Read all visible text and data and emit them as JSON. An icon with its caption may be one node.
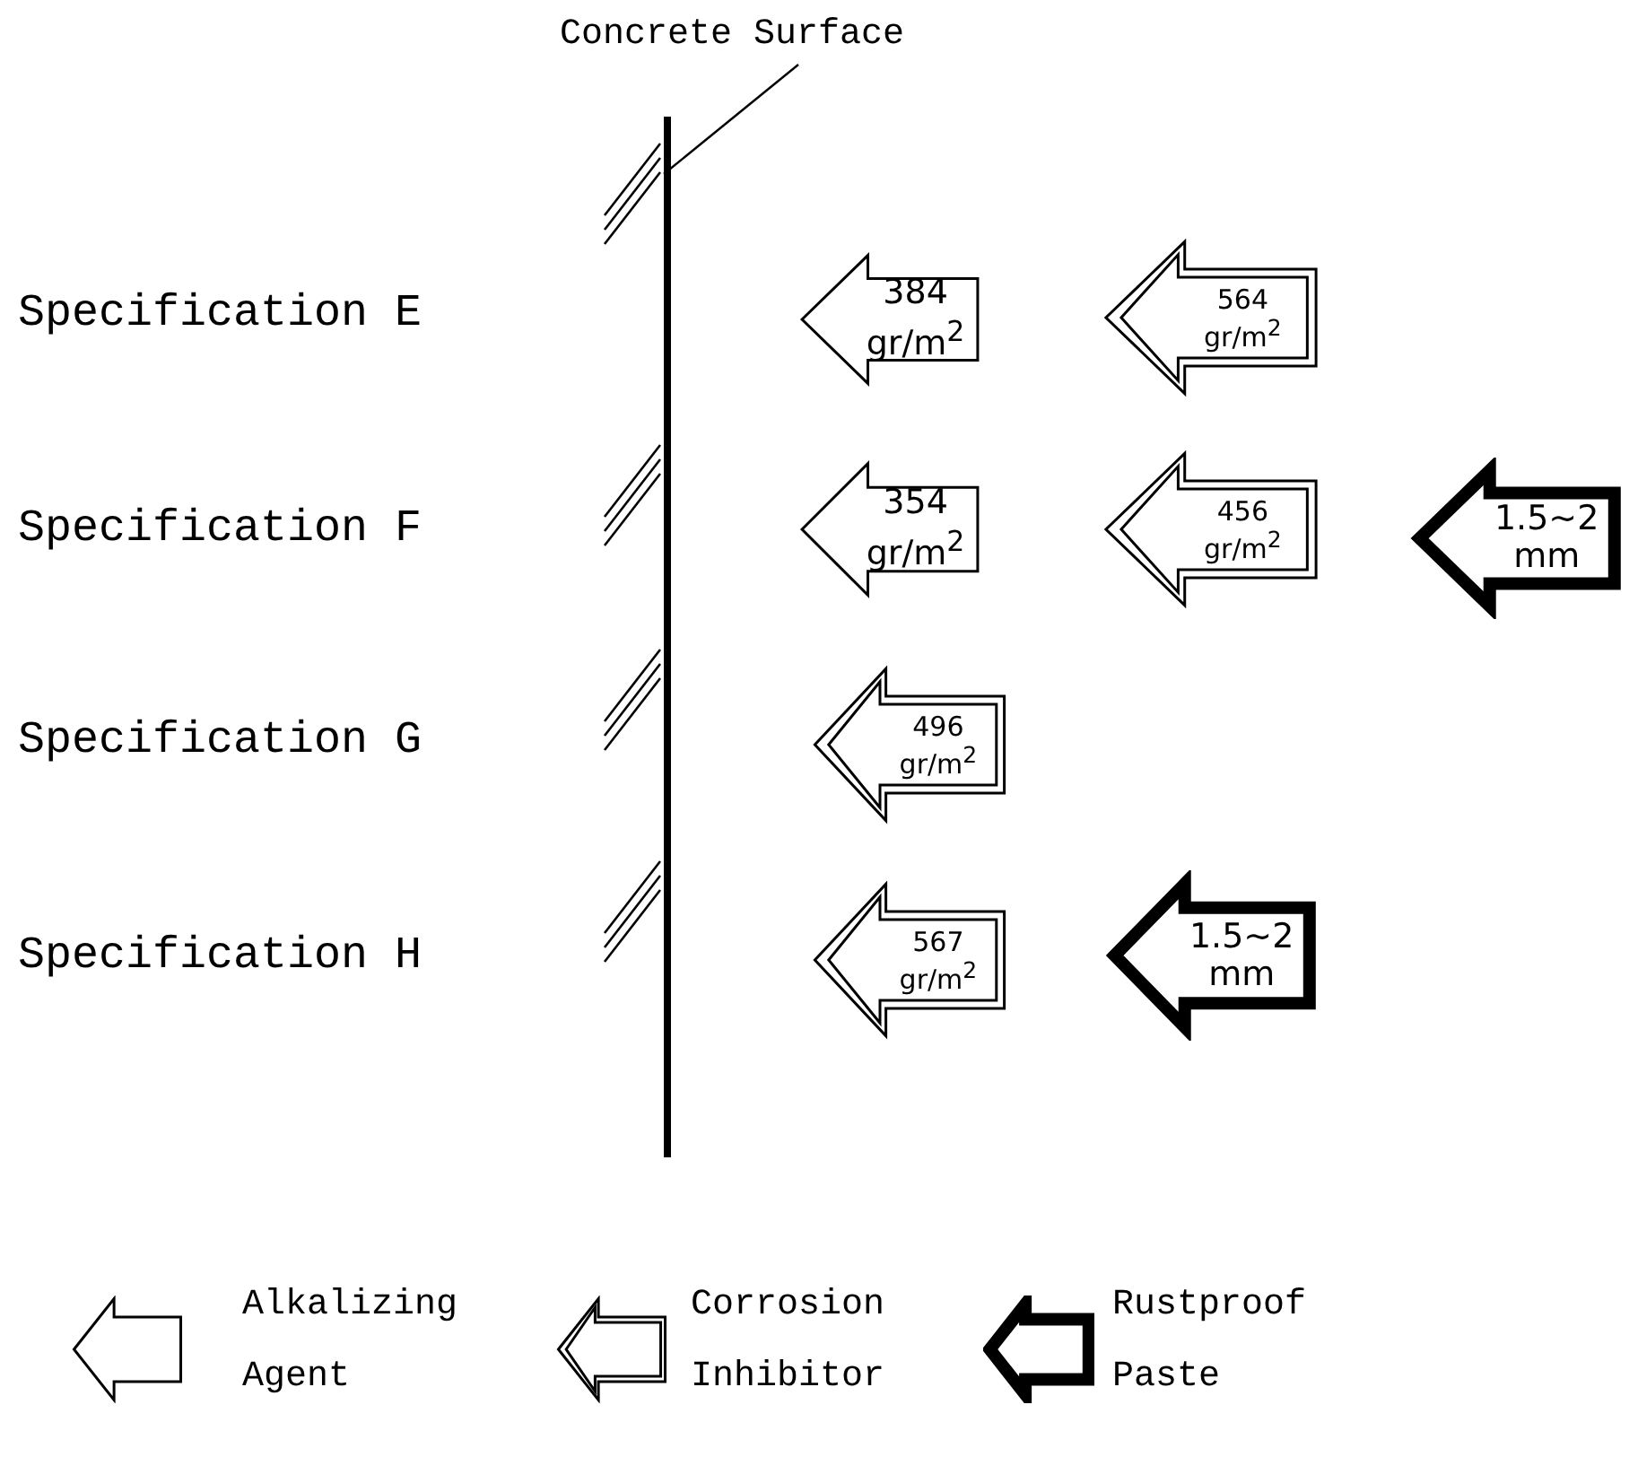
{
  "diagram": {
    "nodes": [
      {
        "text": [
          "Concrete Surface"
        ]
      },
      {
        "text": [],
        "shape": "bar"
      },
      {
        "text": [
          "384 gr/m$^{2}$"
        ]
      },
      {
        "text": [
          "564 gr/m$^{2}$"
        ]
      },
      {
        "text": [
          "354 gr/m$^{2}$"
        ]
      },
      {
        "text": [
          "456 gr/m$^{2}$"
        ]
      },
      {
        "text": [
          "1.5~2 mm"
        ]
      },
      {
        "text": [
          "496 gr/m$^{2}$"
        ]
      },
      {
        "text": [
          "567 gr/m$^{2}$"
        ]
      },
      {
        "text": [
          "1.5~2 mm"
        ]
      }
    ],
    "edges": [
      {
        "from": 0,
        "to": 1,
        "arrow": "none"
      }
    ],
    "labels": [
      "Specification E",
      "Specification F",
      "Specification G",
      "Specification H"
    ],
    "legend": [
      {
        "text": "Alkalizing Agent"
      },
      {
        "text": "Corrosion Inhibitor"
      },
      {
        "text": "Rustproof Paste"
      }
    ]
  }
}
